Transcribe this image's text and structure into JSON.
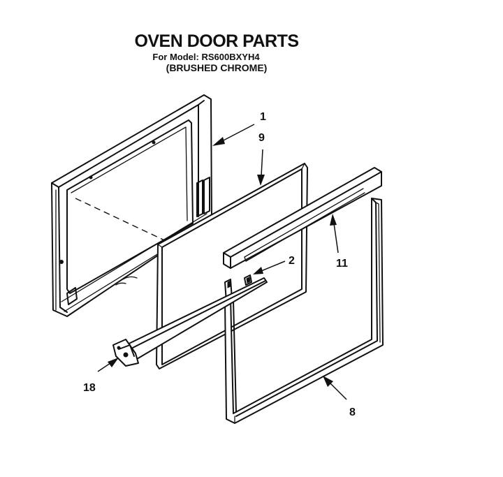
{
  "header": {
    "title": "OVEN DOOR PARTS",
    "model_line": "For Model: RS600BXYH4",
    "finish": "(BRUSHED CHROME)"
  },
  "callouts": {
    "part_1": "1",
    "part_9": "9",
    "part_2": "2",
    "part_11": "11",
    "part_18": "18",
    "part_8": "8"
  }
}
